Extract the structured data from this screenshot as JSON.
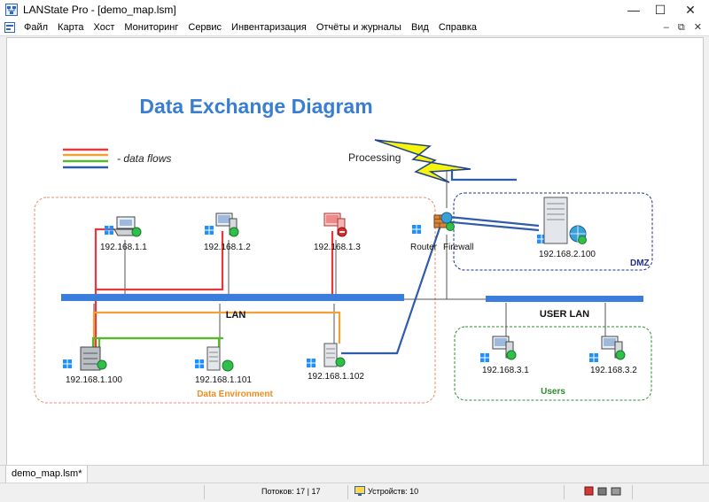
{
  "window": {
    "title": "LANState Pro - [demo_map.lsm]",
    "minimize": "—",
    "maximize": "☐",
    "close": "✕"
  },
  "menu": {
    "items": [
      "Файл",
      "Карта",
      "Хост",
      "Мониторинг",
      "Сервис",
      "Инвентаризация",
      "Отчёты и журналы",
      "Вид",
      "Справка"
    ],
    "mdi_min": "–",
    "mdi_restore": "⧉",
    "mdi_close": "✕"
  },
  "diagram": {
    "title": "Data Exchange Diagram",
    "legend_text": "- data flows",
    "processing_label": "Processing",
    "router_label": "Router",
    "firewall_label": "Firewall",
    "lan_label": "LAN",
    "user_lan_label": "USER LAN",
    "dmz_label": "DMZ",
    "users_label": "Users",
    "data_env_label": "Data Environment",
    "hosts": {
      "h1": "192.168.1.1",
      "h2": "192.168.1.2",
      "h3": "192.168.1.3",
      "h100": "192.168.1.100",
      "h101": "192.168.1.101",
      "h102": "192.168.1.102",
      "dmz_server": "192.168.2.100",
      "u1": "192.168.3.1",
      "u2": "192.168.3.2"
    }
  },
  "tabs": {
    "active": "demo_map.lsm*"
  },
  "status": {
    "flows": "Потоков: 17 | 17",
    "devices": "Устройств: 10"
  },
  "colors": {
    "title": "#3a7ed1",
    "flow_red": "#e8383d",
    "flow_orange": "#f4a038",
    "flow_green": "#56b82a",
    "flow_blue": "#2f5caa",
    "bus": "#3b7ddd"
  }
}
